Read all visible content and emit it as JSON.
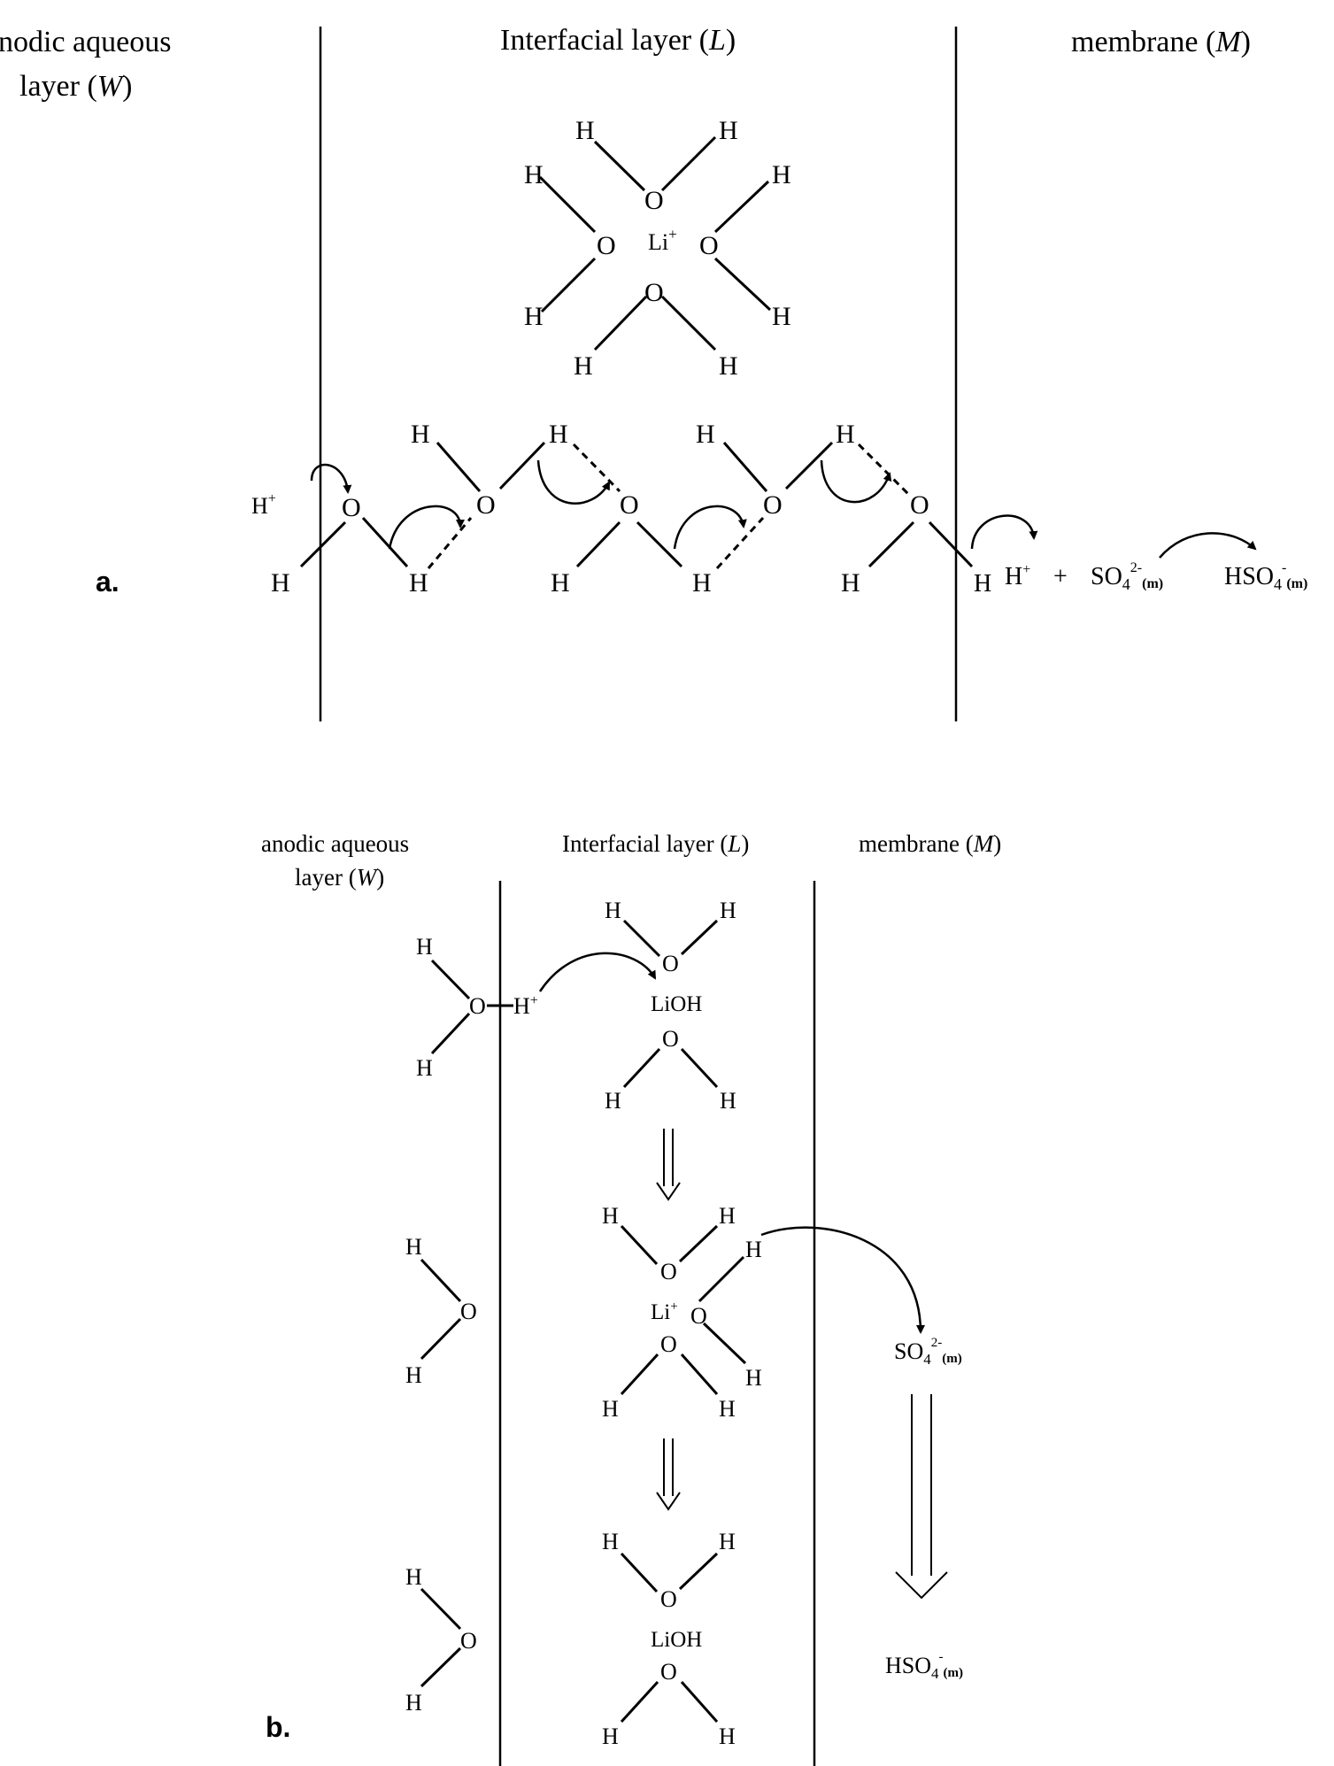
{
  "panel_a": {
    "panel_label": "a.",
    "header_left_line1": "nodic aqueous",
    "header_left_line2": "layer (",
    "header_left_var": "W",
    "header_mid": "Interfacial layer (",
    "header_mid_var": "L",
    "header_right": "membrane (",
    "header_right_var": "M",
    "close_paren": ")",
    "cluster_center": "Li",
    "plus_sup": "+",
    "h_plus": "H",
    "oxygen": "O",
    "hydrogen": "H",
    "plus_sign": "+",
    "so4": "SO",
    "so4_sub": "4",
    "so4_charge": "2-",
    "phase_m": "(m)",
    "hso4": "HSO",
    "hso4_sub": "4",
    "hso4_charge": "-"
  },
  "panel_b": {
    "panel_label": "b.",
    "header_left_line1": "anodic aqueous",
    "header_left_line2": "layer (",
    "header_left_var": "W",
    "header_mid": "Interfacial layer (",
    "header_mid_var": "L",
    "header_right": "membrane (",
    "header_right_var": "M",
    "close_paren": ")",
    "lioh": "LiOH",
    "li": "Li",
    "plus_sup": "+",
    "h_plus": "H",
    "oxygen": "O",
    "hydrogen": "H",
    "so4": "SO",
    "so4_sub": "4",
    "so4_charge": "2-",
    "phase_m": "(m)",
    "hso4": "HSO",
    "hso4_sub": "4",
    "hso4_charge": "-"
  }
}
